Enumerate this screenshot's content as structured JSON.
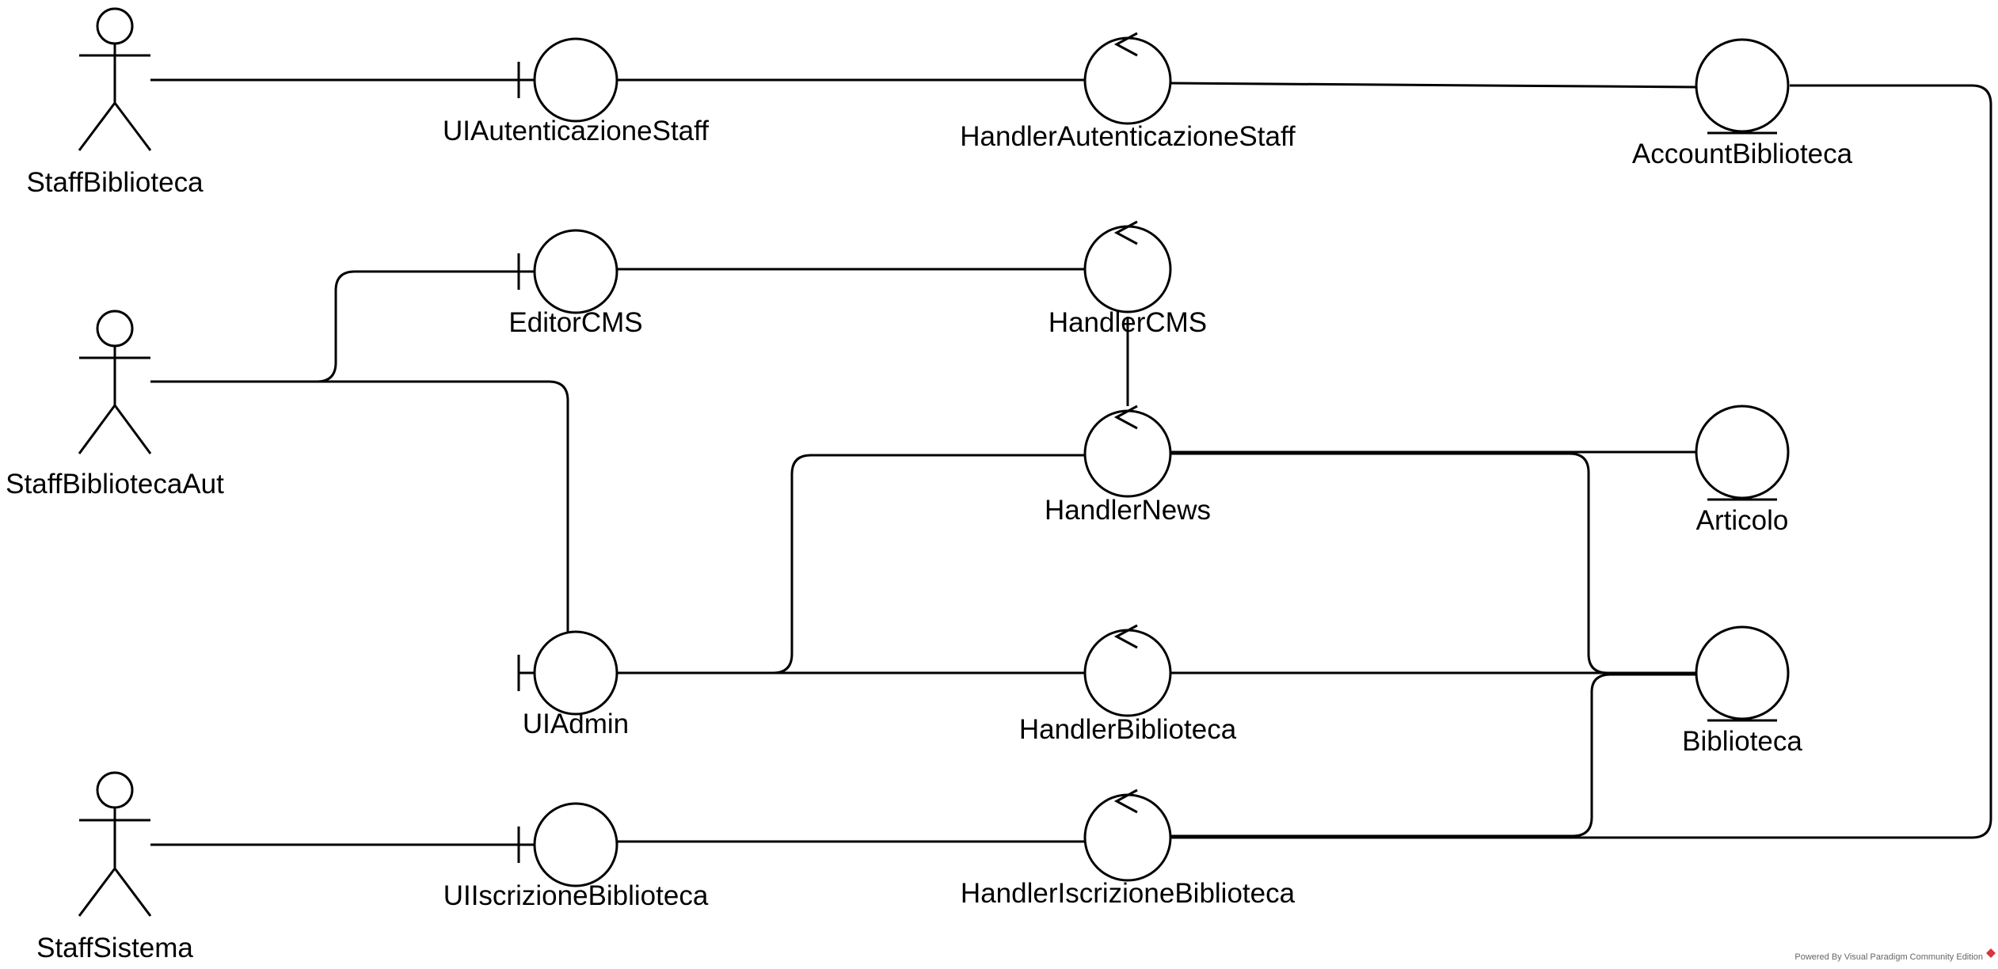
{
  "actors": [
    {
      "id": "staff-biblioteca",
      "label": "StaffBiblioteca"
    },
    {
      "id": "staff-biblioteca-aut",
      "label": "StaffBibliotecaAut"
    },
    {
      "id": "staff-sistema",
      "label": "StaffSistema"
    }
  ],
  "boundaries": [
    {
      "id": "ui-autenticazione-staff",
      "label": "UIAutenticazioneStaff"
    },
    {
      "id": "editor-cms",
      "label": "EditorCMS"
    },
    {
      "id": "ui-admin",
      "label": "UIAdmin"
    },
    {
      "id": "ui-iscrizione-biblioteca",
      "label": "UIIscrizioneBiblioteca"
    }
  ],
  "controls": [
    {
      "id": "handler-autenticazione-staff",
      "label": "HandlerAutenticazioneStaff"
    },
    {
      "id": "handler-cms",
      "label": "HandlerCMS"
    },
    {
      "id": "handler-news",
      "label": "HandlerNews"
    },
    {
      "id": "handler-biblioteca",
      "label": "HandlerBiblioteca"
    },
    {
      "id": "handler-iscrizione-biblioteca",
      "label": "HandlerIscrizioneBiblioteca"
    }
  ],
  "entities": [
    {
      "id": "account-biblioteca",
      "label": "AccountBiblioteca"
    },
    {
      "id": "articolo",
      "label": "Articolo"
    },
    {
      "id": "biblioteca",
      "label": "Biblioteca"
    }
  ],
  "footer": {
    "text": "Powered By Visual Paradigm Community Edition"
  },
  "colors": {
    "line": "#000000",
    "background": "#ffffff",
    "logo": "#d9343f"
  }
}
